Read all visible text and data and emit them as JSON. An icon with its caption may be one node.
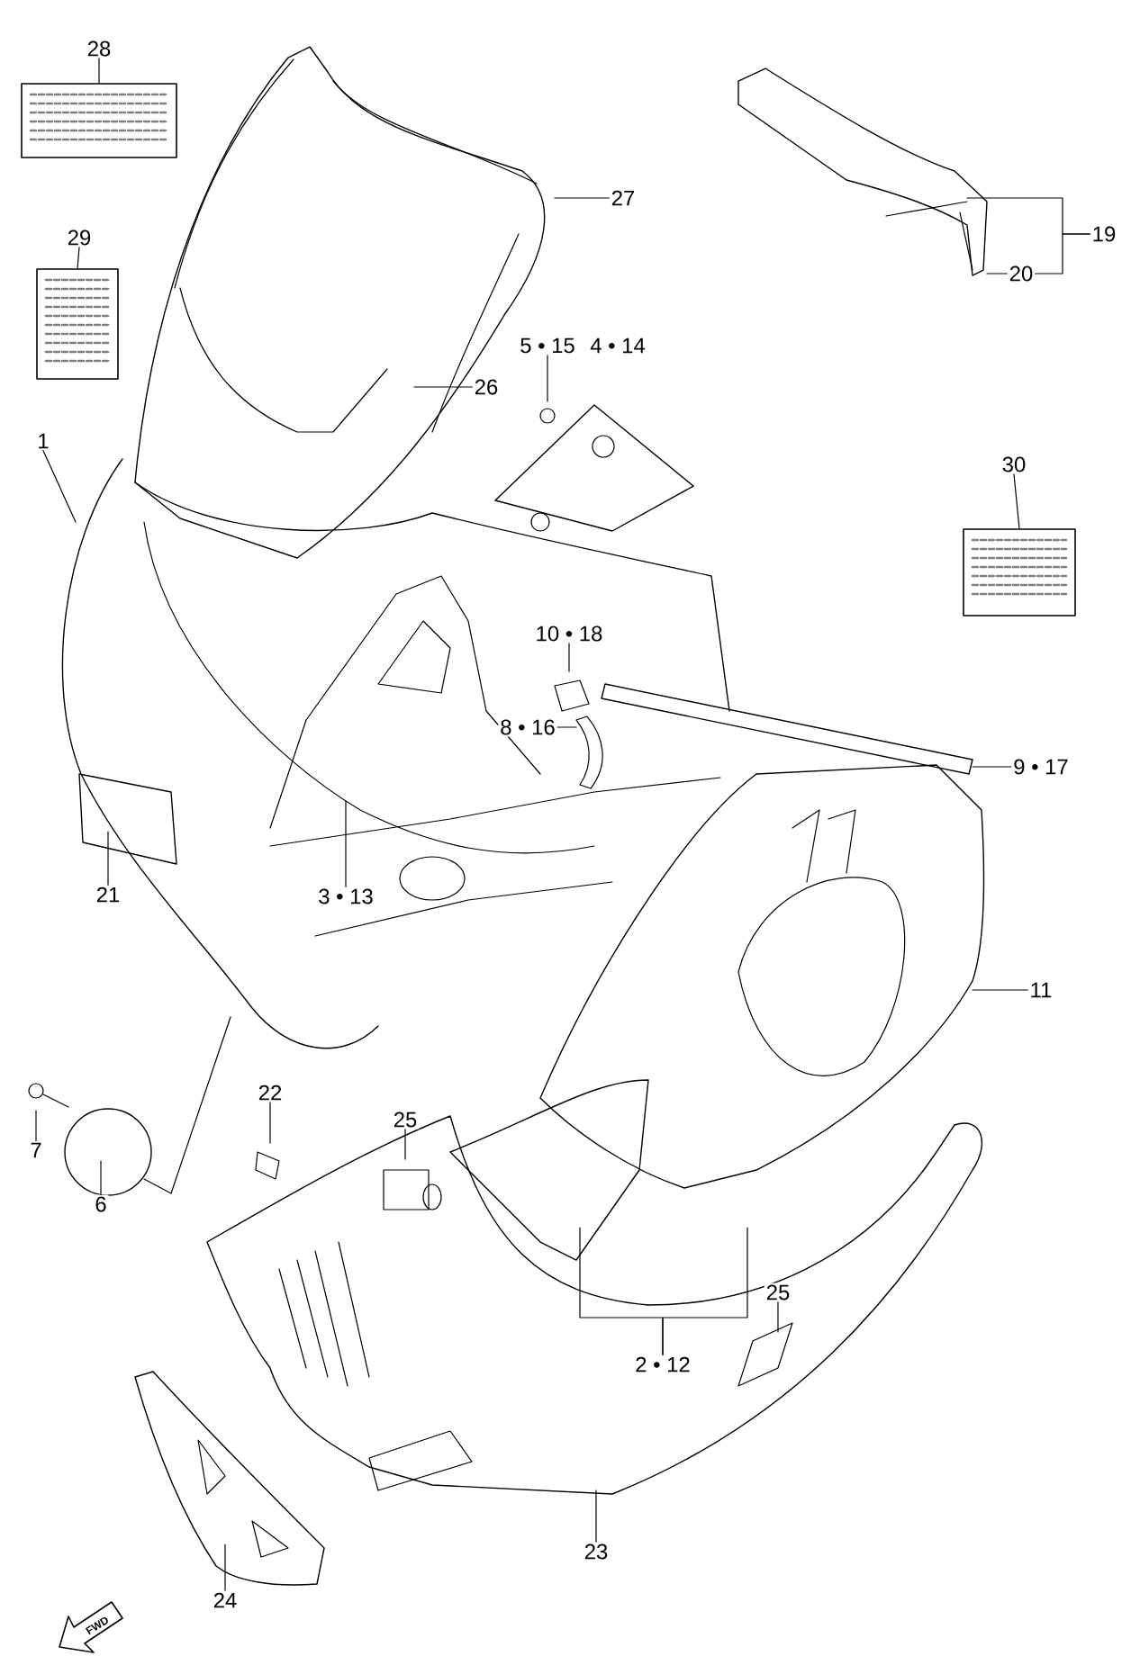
{
  "diagram": {
    "nodes": [
      {
        "text": [
          "28"
        ]
      },
      {
        "text": [],
        "shape": "box"
      },
      {
        "text": [
          "29"
        ]
      },
      {
        "text": [],
        "shape": "box"
      },
      {
        "text": [
          "27"
        ]
      },
      {
        "text": [
          "26"
        ]
      },
      {
        "text": [
          "1"
        ]
      },
      {
        "text": [
          "5 • 15"
        ]
      },
      {
        "text": [
          "19"
        ]
      },
      {
        "text": [
          "20"
        ]
      },
      {
        "text": [
          "30"
        ]
      },
      {
        "text": [],
        "shape": "box"
      },
      {
        "text": [
          "10 • 18"
        ]
      },
      {
        "text": [
          "8 • 16"
        ]
      },
      {
        "text": [
          "9 • 17"
        ]
      },
      {
        "text": [
          "21"
        ]
      },
      {
        "text": [
          "3 • 13"
        ]
      },
      {
        "text": [
          "11"
        ]
      },
      {
        "text": [
          "7"
        ]
      },
      {
        "text": [
          "6"
        ]
      },
      {
        "text": [
          "22"
        ]
      },
      {
        "text": [
          "25"
        ]
      },
      {
        "text": [
          "2 • 12"
        ]
      },
      {
        "text": [
          "25"
        ]
      },
      {
        "text": [
          "24"
        ]
      },
      {
        "text": [
          "23"
        ]
      }
    ],
    "edges": [
      {
        "from": 0,
        "to": 1,
        "arrow": "none"
      },
      {
        "from": 2,
        "to": 3,
        "arrow": "none"
      },
      {
        "from": 4,
        "to": null,
        "arrow": "none"
      },
      {
        "from": 5,
        "to": null,
        "arrow": "none"
      },
      {
        "from": 6,
        "to": null,
        "arrow": "none"
      },
      {
        "from": 7,
        "to": null,
        "arrow": "none"
      },
      {
        "from": 8,
        "to": null,
        "arrow": "none"
      },
      {
        "from": 8,
        "to": 9,
        "arrow": "none"
      },
      {
        "from": 9,
        "to": null,
        "arrow": "none"
      },
      {
        "from": 10,
        "to": 11,
        "arrow": "none"
      },
      {
        "from": 12,
        "to": null,
        "arrow": "none"
      },
      {
        "from": 13,
        "to": null,
        "arrow": "none"
      },
      {
        "from": 14,
        "to": null,
        "arrow": "none"
      },
      {
        "from": 15,
        "to": null,
        "arrow": "none"
      },
      {
        "from": 16,
        "to": null,
        "arrow": "none"
      },
      {
        "from": 17,
        "to": null,
        "arrow": "none"
      },
      {
        "from": 18,
        "to": null,
        "arrow": "none"
      },
      {
        "from": 19,
        "to": null,
        "arrow": "none"
      },
      {
        "from": 20,
        "to": null,
        "arrow": "none"
      },
      {
        "from": 21,
        "to": null,
        "arrow": "none"
      },
      {
        "from": 22,
        "to": null,
        "arrow": "none"
      },
      {
        "from": 22,
        "to": null,
        "arrow": "none"
      },
      {
        "from": 23,
        "to": null,
        "arrow": "none"
      },
      {
        "from": 24,
        "to": null,
        "arrow": "none"
      },
      {
        "from": 25,
        "to": null,
        "arrow": "none"
      }
    ],
    "labels": [
      "4 • 14",
      "FWD"
    ]
  }
}
